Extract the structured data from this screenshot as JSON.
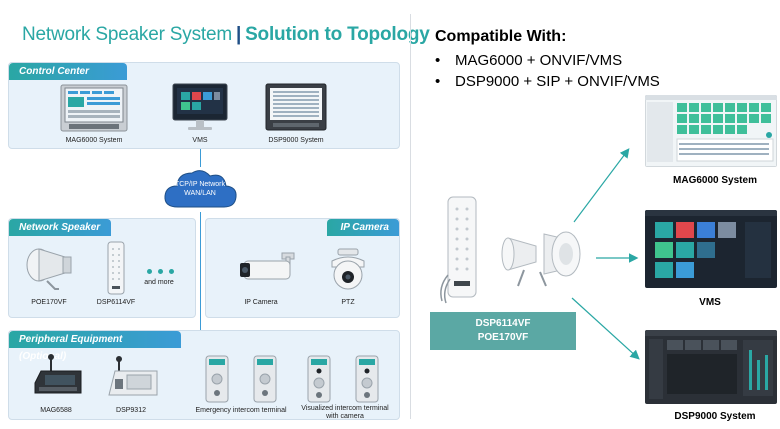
{
  "diagram": {
    "title_part1": "Network Speaker System",
    "title_separator": "|",
    "title_part2": "Solution to Topology",
    "control_center": {
      "heading": "Control Center",
      "items": [
        "MAG6000 System",
        "VMS",
        "DSP9000 System"
      ]
    },
    "network": {
      "line1": "TCP/IP Network",
      "line2": "WAN/LAN"
    },
    "network_speaker": {
      "heading": "Network Speaker",
      "items": [
        "POE170VF",
        "DSP6114VF"
      ],
      "more": "and more"
    },
    "ip_camera": {
      "heading": "IP Camera",
      "items": [
        "IP Camera",
        "PTZ"
      ]
    },
    "peripheral": {
      "heading": "Peripheral Equipment (Optional)",
      "items": [
        "MAG6588",
        "DSP9312",
        "Emergency intercom terminal",
        "Visualized intercom terminal with camera"
      ]
    }
  },
  "compatible": {
    "title": "Compatible With:",
    "items": [
      "MAG6000 + ONVIF/VMS",
      "DSP9000 + SIP + ONVIF/VMS"
    ]
  },
  "products_label": {
    "line1": "DSP6114VF",
    "line2": "POE170VF"
  },
  "systems": [
    "MAG6000 System",
    "VMS",
    "DSP9000 System"
  ],
  "colors": {
    "teal": "#2aa7a4",
    "blue": "#3b9bd6",
    "navy": "#1f4f86",
    "panel": "#e8f2fa",
    "box": "#5ba8a4"
  }
}
